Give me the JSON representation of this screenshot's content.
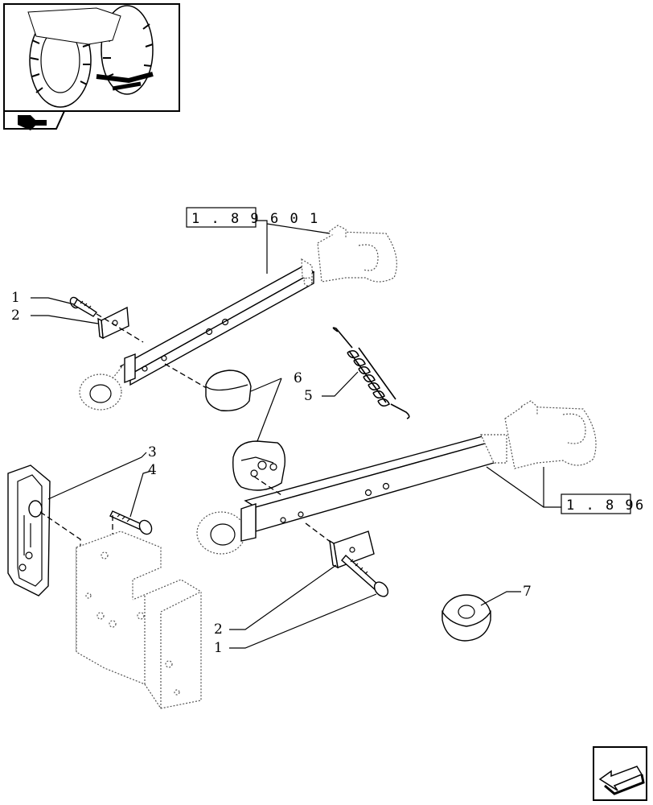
{
  "diagram": {
    "ref_labels": [
      {
        "prefix": "1 . 8 9",
        "suffix": "6 0 1"
      },
      {
        "prefix": "1 . 8 9",
        "suffix": "6"
      }
    ],
    "callouts": {
      "c1_top": "1",
      "c2_top": "2",
      "c3": "3",
      "c4": "4",
      "c5": "5",
      "c6": "6",
      "c2_bottom": "2",
      "c1_bottom": "1",
      "c7": "7"
    }
  },
  "icons": {
    "thumbnail": "tractor-rear-thumbnail-icon",
    "thumbnail_badge": "book-arrow-icon",
    "next_page": "next-page-arrow-icon"
  }
}
